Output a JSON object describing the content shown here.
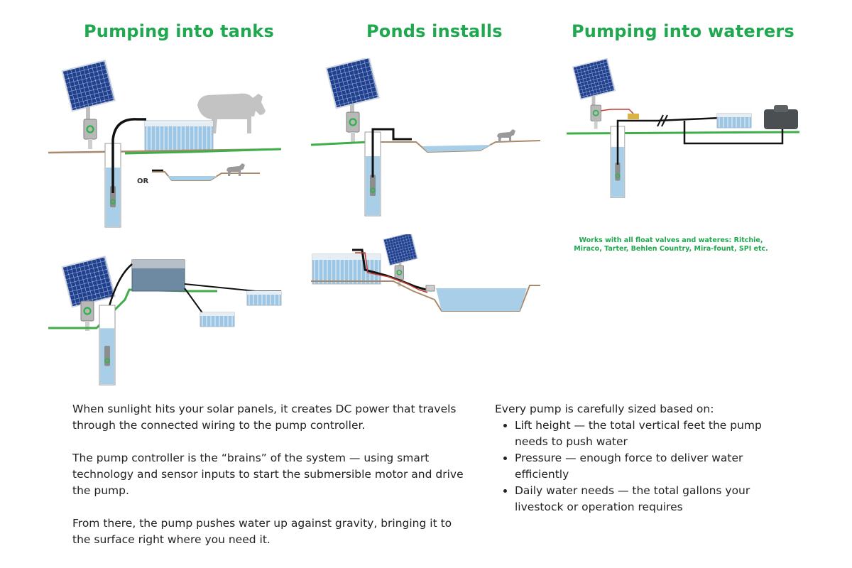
{
  "columns": {
    "tanks": {
      "title": "Pumping into tanks",
      "or_label": "OR"
    },
    "ponds": {
      "title": "Ponds installs"
    },
    "waterers": {
      "title": "Pumping into waterers",
      "note": "Works with all float valves and wateres: Ritchie, Miraco, Tarter, Behlen Country, Mira-fount, SPI etc."
    }
  },
  "description": {
    "paragraphs": [
      "When sunlight hits your solar panels, it creates DC power that travels through the connected wiring to the pump controller.",
      "The pump controller is the “brains” of the system — using smart technology and sensor inputs to start the submersible motor and drive the pump.",
      "From there, the pump pushes water up against gravity, bringing it to the surface right where you need it."
    ],
    "sizing_intro": "Every pump is carefully sized based on:",
    "sizing_items": [
      "Lift height — the total vertical feet the pump needs to push water",
      "Pressure — enough force to deliver water efficiently",
      "Daily water needs — the total gallons your livestock or operation requires"
    ]
  },
  "colors": {
    "title_green": "#1fa84f",
    "ground_green": "#3fae49",
    "ground_brown": "#a88a6a",
    "water_blue": "#a9cfe8",
    "panel_blue": "#1f3f8f"
  },
  "icons": [
    "solar-panel-icon",
    "pump-controller-icon",
    "submersible-pump-icon",
    "cow-icon",
    "tank-icon",
    "waterer-icon"
  ]
}
